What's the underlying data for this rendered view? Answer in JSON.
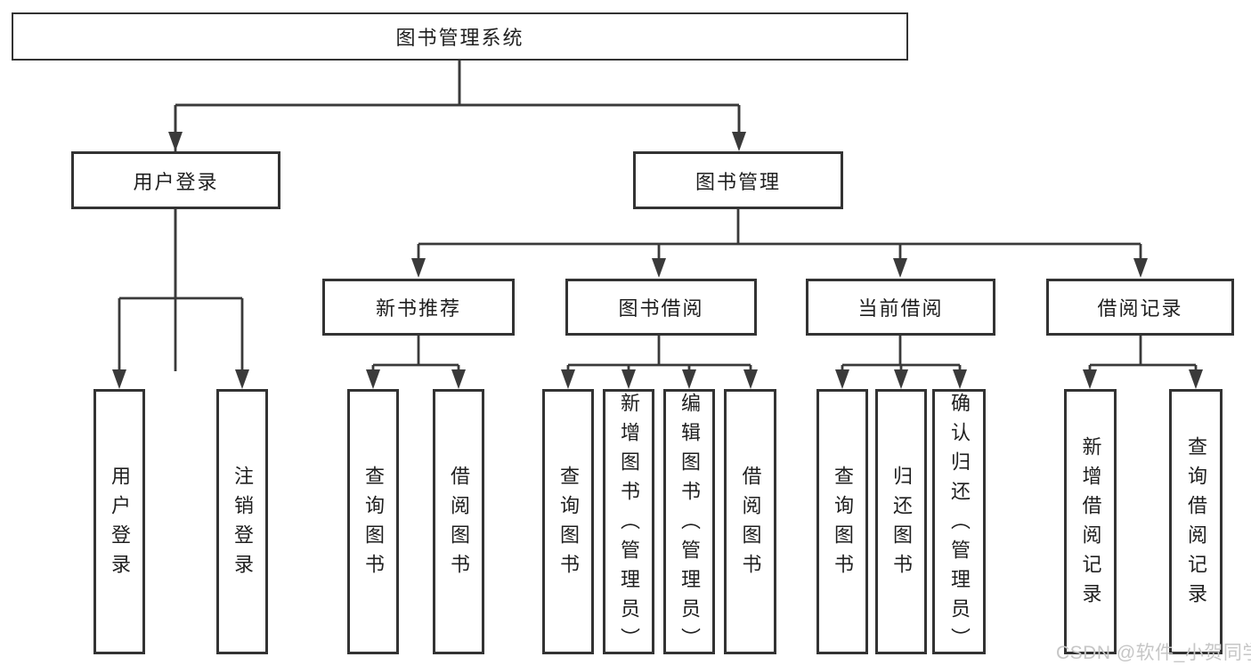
{
  "diagram": {
    "root": {
      "label": "图书管理系统"
    },
    "level2": [
      {
        "label": "用户登录"
      },
      {
        "label": "图书管理"
      }
    ],
    "level3": [
      {
        "label": "新书推荐"
      },
      {
        "label": "图书借阅"
      },
      {
        "label": "当前借阅"
      },
      {
        "label": "借阅记录"
      }
    ],
    "leaves": [
      {
        "label": "用户登录"
      },
      {
        "label": "注销登录"
      },
      {
        "label": "查询图书"
      },
      {
        "label": "借阅图书"
      },
      {
        "label": "查询图书"
      },
      {
        "label": "新增图书（管理员）"
      },
      {
        "label": "编辑图书（管理员）"
      },
      {
        "label": "借阅图书"
      },
      {
        "label": "查询图书"
      },
      {
        "label": "归还图书"
      },
      {
        "label": "确认归还（管理员）"
      },
      {
        "label": "新增借阅记录"
      },
      {
        "label": "查询借阅记录"
      }
    ],
    "watermark": "CSDN @软件_小贺同学",
    "colors": {
      "line": "#3a3a3a",
      "border": "#333333",
      "text": "#1f1f1f",
      "background": "#ffffff",
      "watermark": "#c6c6c6"
    }
  }
}
